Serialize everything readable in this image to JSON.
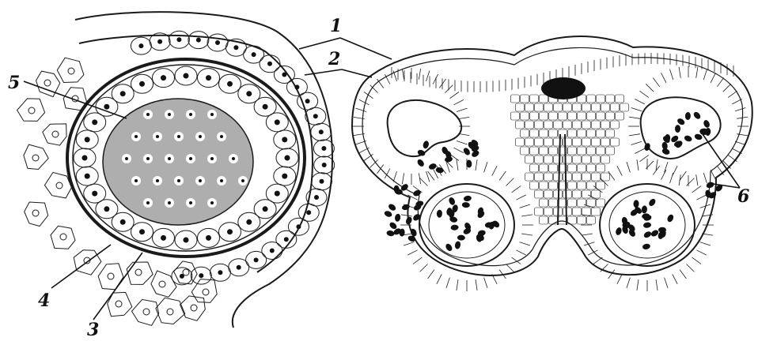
{
  "figure": {
    "panels": [
      {
        "id": "left",
        "subject": "pollen-sac-cross-section"
      },
      {
        "id": "right",
        "subject": "anther-cross-section"
      }
    ],
    "callouts": [
      {
        "id": "c1",
        "label": "1"
      },
      {
        "id": "c2",
        "label": "2"
      },
      {
        "id": "c3",
        "label": "3"
      },
      {
        "id": "c4",
        "label": "4"
      },
      {
        "id": "c5",
        "label": "5"
      },
      {
        "id": "c6",
        "label": "6"
      }
    ],
    "ink_color": "#1a1a1a",
    "background": "#ffffff"
  }
}
